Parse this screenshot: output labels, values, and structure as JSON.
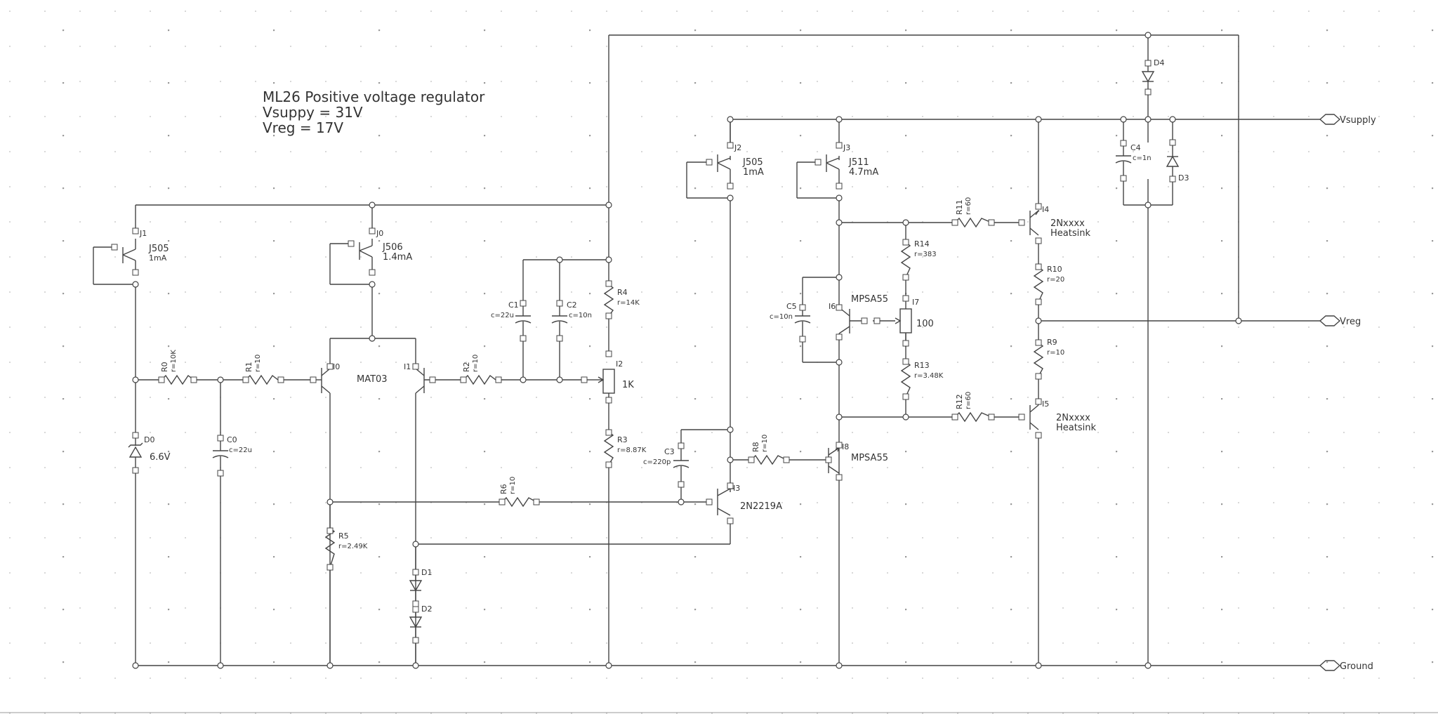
{
  "title_lines": [
    "ML26 Positive voltage regulator",
    "Vsuppy = 31V",
    "Vreg = 17V"
  ],
  "ports": {
    "vsupply": "Vsupply",
    "vreg": "Vreg",
    "ground": "Ground"
  },
  "labels": {
    "j1": "J1",
    "j1_type": "J505",
    "j1_cur": "1mA",
    "j0": "J0",
    "j0_type": "J506",
    "j0_cur": "1.4mA",
    "j2": "J2",
    "j2_type": "J505",
    "j2_cur": "1mA",
    "j3": "J3",
    "j3_type": "J511",
    "j3_cur": "4.7mA",
    "r0": "R0",
    "r0_val": "r=10K",
    "r1": "R1",
    "r1_val": "r=10",
    "r2": "R2",
    "r2_val": "r=10",
    "r3": "R3",
    "r3_val": "r=8.87K",
    "r4": "R4",
    "r4_val": "r=14K",
    "r5": "R5",
    "r5_val": "r=2.49K",
    "r6": "R6",
    "r6_val": "r=10",
    "r8": "R8",
    "r8_val": "r=10",
    "r9": "R9",
    "r9_val": "r=10",
    "r10": "R10",
    "r10_val": "r=20",
    "r11": "R11",
    "r11_val": "r=60",
    "r12": "R12",
    "r12_val": "r=60",
    "r13": "R13",
    "r13_val": "r=3.48K",
    "r14": "R14",
    "r14_val": "r=383",
    "c0": "C0",
    "c0_val": "c=22u",
    "c1": "C1",
    "c1_val": "c=22u",
    "c2": "C2",
    "c2_val": "c=10n",
    "c3": "C3",
    "c3_val": "c=220p",
    "c4": "C4",
    "c4_val": "c=1n",
    "c5": "C5",
    "c5_val": "c=10n",
    "d0": "D0",
    "d0_val": "6.6V",
    "d1": "D1",
    "d2": "D2",
    "d3": "D3",
    "d4": "D4",
    "i0": "I0",
    "i1": "I1",
    "mat": "MAT03",
    "i2": "I2",
    "i2_val": "1K",
    "i3": "I3",
    "i3_type": "2N2219A",
    "i4": "I4",
    "i4_type": "2Nxxxx",
    "i4_note": "Heatsink",
    "i5": "I5",
    "i5_type": "2Nxxxx",
    "i5_note": "Heatsink",
    "i6": "I6",
    "i6_type": "MPSA55",
    "i7": "I7",
    "i7_val": "100",
    "i8": "I8",
    "i8_type": "MPSA55"
  }
}
